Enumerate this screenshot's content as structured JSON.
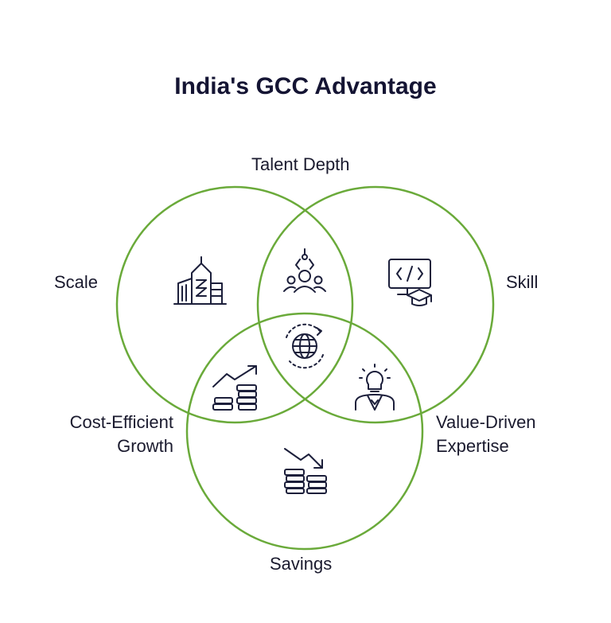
{
  "title": "India's GCC Advantage",
  "labels": {
    "talent_depth": "Talent Depth",
    "scale": "Scale",
    "skill": "Skill",
    "cost_efficient_line1": "Cost-Efficient",
    "cost_efficient_line2": "Growth",
    "value_driven_line1": "Value-Driven",
    "value_driven_line2": "Expertise",
    "savings": "Savings"
  },
  "colors": {
    "circle_stroke": "#6aaa3a",
    "icon_stroke": "#1c1f3b",
    "title": "#141433"
  },
  "icons": [
    "buildings-icon",
    "talent-people-icon",
    "code-graduation-icon",
    "globe-cycle-icon",
    "growth-coins-icon",
    "expert-idea-icon",
    "savings-coins-icon"
  ]
}
